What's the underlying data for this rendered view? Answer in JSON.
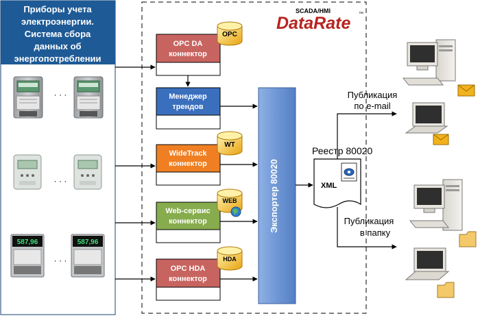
{
  "left_panel": {
    "header_lines": [
      "Приборы учета",
      "электроэнергии.",
      "Система сбора",
      "данных об",
      "энергопотреблении"
    ]
  },
  "brand": {
    "tag": "SCADA/HMI",
    "name": "DataRate",
    "tm": "™"
  },
  "connectors": [
    {
      "id": "opc-da",
      "lines": [
        "OPC DA",
        "коннектор"
      ],
      "color": "#c86460",
      "badge": "OPC"
    },
    {
      "id": "trend-manager",
      "lines": [
        "Менеджер",
        "трендов"
      ],
      "color": "#3a6fbd",
      "badge": ""
    },
    {
      "id": "widetrack",
      "lines": [
        "WideTrack",
        "коннектор"
      ],
      "color": "#ef7f22",
      "badge": "WT"
    },
    {
      "id": "web-service",
      "lines": [
        "Web-сервис",
        "коннектор"
      ],
      "color": "#86ac4d",
      "badge": "WEB"
    },
    {
      "id": "opc-hda",
      "lines": [
        "OPC HDA",
        "коннектор"
      ],
      "color": "#c86460",
      "badge": "HDA"
    }
  ],
  "exporter": {
    "label": "Экспортер 80020",
    "color": "#6f97d6"
  },
  "registry": {
    "label": "Реестр 80020",
    "doc_label": "XML"
  },
  "publications": {
    "email_lines": [
      "Публикация",
      "по e-mail"
    ],
    "folder_lines": [
      "Публикация",
      "в папку"
    ]
  },
  "ellipsis": "· · ·",
  "meter_display": "587,96",
  "colors": {
    "panel_header": "#1e5a96",
    "meter_body": "#b5b8ba",
    "meter_display": "#3c9a64",
    "badge_gold": "#f0b21e"
  }
}
